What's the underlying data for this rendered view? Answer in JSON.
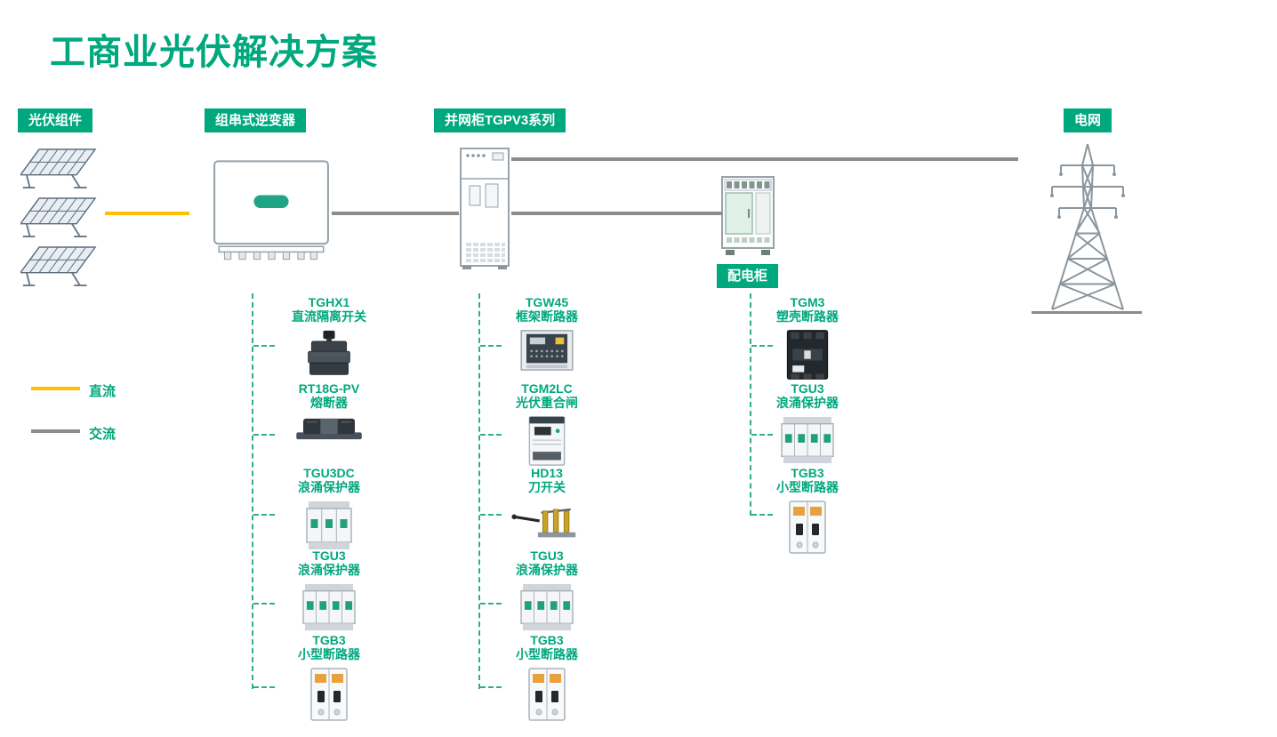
{
  "title": "工商业光伏解决方案",
  "colors": {
    "brand_green": "#00A87E",
    "dc_yellow": "#FFC000",
    "ac_gray": "#8C8C8C"
  },
  "flow_labels": {
    "pv": "光伏组件",
    "inverter": "组串式逆变器",
    "grid_cabinet": "并网柜TGPV3系列",
    "dist_cabinet": "配电柜",
    "grid": "电网"
  },
  "legend": {
    "dc_label": "直流",
    "ac_label": "交流"
  },
  "columns": [
    {
      "items": [
        {
          "model": "TGHX1",
          "name": "直流隔离开关",
          "icon": "dc-isolator-switch-icon"
        },
        {
          "model": "RT18G-PV",
          "name": "熔断器",
          "icon": "fuse-icon"
        },
        {
          "model": "TGU3DC",
          "name": "浪涌保护器",
          "icon": "surge-protector-icon"
        },
        {
          "model": "TGU3",
          "name": "浪涌保护器",
          "icon": "surge-protector-icon"
        },
        {
          "model": "TGB3",
          "name": "小型断路器",
          "icon": "miniature-circuit-breaker-icon"
        }
      ]
    },
    {
      "items": [
        {
          "model": "TGW45",
          "name": "框架断路器",
          "icon": "frame-circuit-breaker-icon"
        },
        {
          "model": "TGM2LC",
          "name": "光伏重合闸",
          "icon": "pv-recloser-icon"
        },
        {
          "model": "HD13",
          "name": "刀开关",
          "icon": "knife-switch-icon"
        },
        {
          "model": "TGU3",
          "name": "浪涌保护器",
          "icon": "surge-protector-icon"
        },
        {
          "model": "TGB3",
          "name": "小型断路器",
          "icon": "miniature-circuit-breaker-icon"
        }
      ]
    },
    {
      "items": [
        {
          "model": "TGM3",
          "name": "塑壳断路器",
          "icon": "molded-case-circuit-breaker-icon"
        },
        {
          "model": "TGU3",
          "name": "浪涌保护器",
          "icon": "surge-protector-icon"
        },
        {
          "model": "TGB3",
          "name": "小型断路器",
          "icon": "miniature-circuit-breaker-icon"
        }
      ]
    }
  ]
}
